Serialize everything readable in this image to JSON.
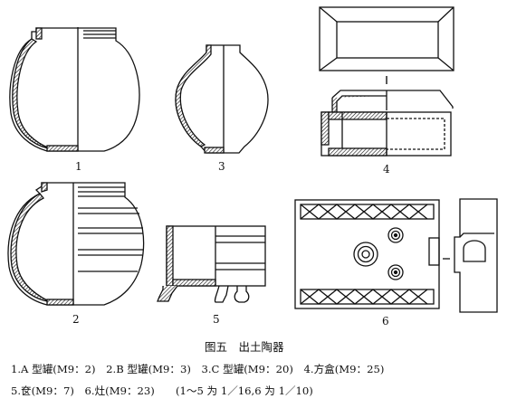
{
  "figure": {
    "title": "图五　出土陶器",
    "labels": [
      "1",
      "2",
      "3",
      "4",
      "5",
      "6"
    ],
    "caption_line1": "1.A 型罐(M9：2)　2.B 型罐(M9：3)　3.C 型罐(M9：20)　4.方盒(M9：25)",
    "caption_line2": "5.奁(M9：7)　6.灶(M9：23)　　(1～5 为 1／16,6 为 1／10)",
    "items": [
      {
        "no": "1",
        "name": "A 型罐",
        "specimen": "M9：2"
      },
      {
        "no": "2",
        "name": "B 型罐",
        "specimen": "M9：3"
      },
      {
        "no": "3",
        "name": "C 型罐",
        "specimen": "M9：20"
      },
      {
        "no": "4",
        "name": "方盒",
        "specimen": "M9：25"
      },
      {
        "no": "5",
        "name": "奁",
        "specimen": "M9：7"
      },
      {
        "no": "6",
        "name": "灶",
        "specimen": "M9：23"
      }
    ],
    "scale_note": "(1～5 为 1／16,6 为 1／10)"
  }
}
